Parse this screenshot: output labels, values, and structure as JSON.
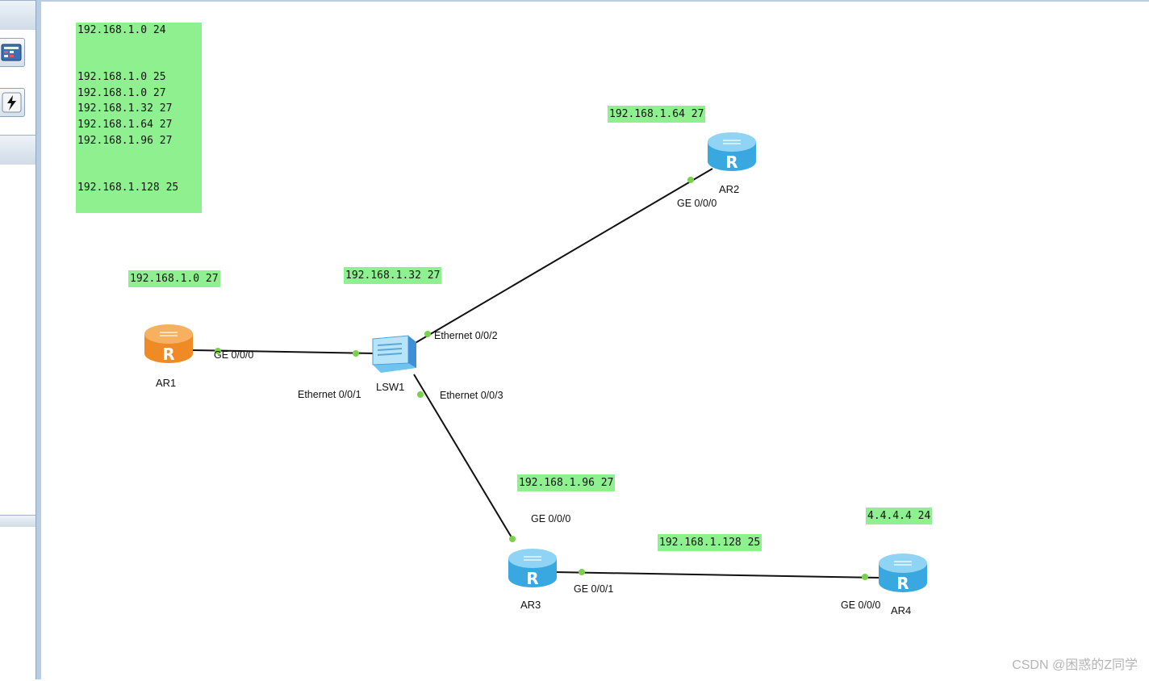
{
  "summary_list": [
    "192.168.1.0 24",
    "192.168.1.0 25",
    "192.168.1.0 27",
    "192.168.1.32 27",
    "192.168.1.64 27",
    "192.168.1.96 27",
    "192.168.1.128 25"
  ],
  "labels": {
    "ar1_net": "192.168.1.0 27",
    "lsw1_net": "192.168.1.32 27",
    "ar2_net": "192.168.1.64 27",
    "ar3_net": "192.168.1.96 27",
    "link_net": "192.168.1.128 25",
    "ar4_net": "4.4.4.4 24"
  },
  "devices": {
    "ar1": "AR1",
    "ar2": "AR2",
    "ar3": "AR3",
    "ar4": "AR4",
    "lsw1": "LSW1"
  },
  "ports": {
    "ar1_ge": "GE 0/0/0",
    "lsw1_e1": "Ethernet 0/0/1",
    "lsw1_e2": "Ethernet 0/0/2",
    "lsw1_e3": "Ethernet 0/0/3",
    "ar2_ge": "GE 0/0/0",
    "ar3_ge0": "GE 0/0/0",
    "ar3_ge1": "GE 0/0/1",
    "ar4_ge": "GE 0/0/0"
  },
  "colors": {
    "label_bg": "#8ef08e",
    "router_orange": "#f08a24",
    "router_blue": "#3aa8e0",
    "port_dot": "#7ad14a"
  },
  "icons": [
    "router-icon",
    "switch-icon",
    "toolbox-icon",
    "lightning-icon"
  ],
  "watermark": "CSDN @困惑的Z同学"
}
